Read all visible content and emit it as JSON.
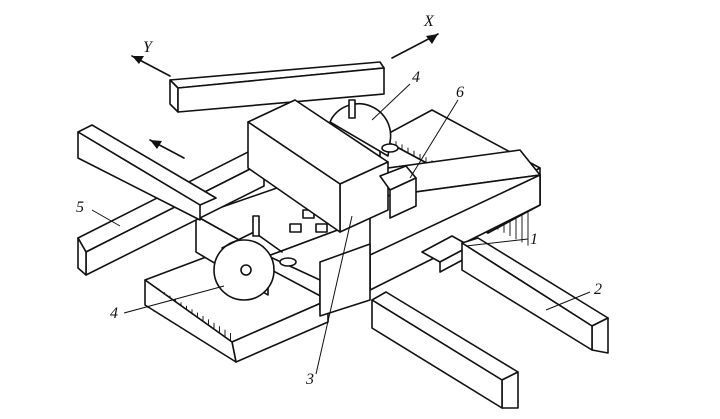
{
  "figure": {
    "axis_x": "X",
    "axis_y": "Y",
    "callouts": [
      "1",
      "2",
      "3",
      "4",
      "4",
      "5",
      "6"
    ]
  },
  "colors": {
    "ink": "#111111",
    "paper": "#ffffff"
  }
}
